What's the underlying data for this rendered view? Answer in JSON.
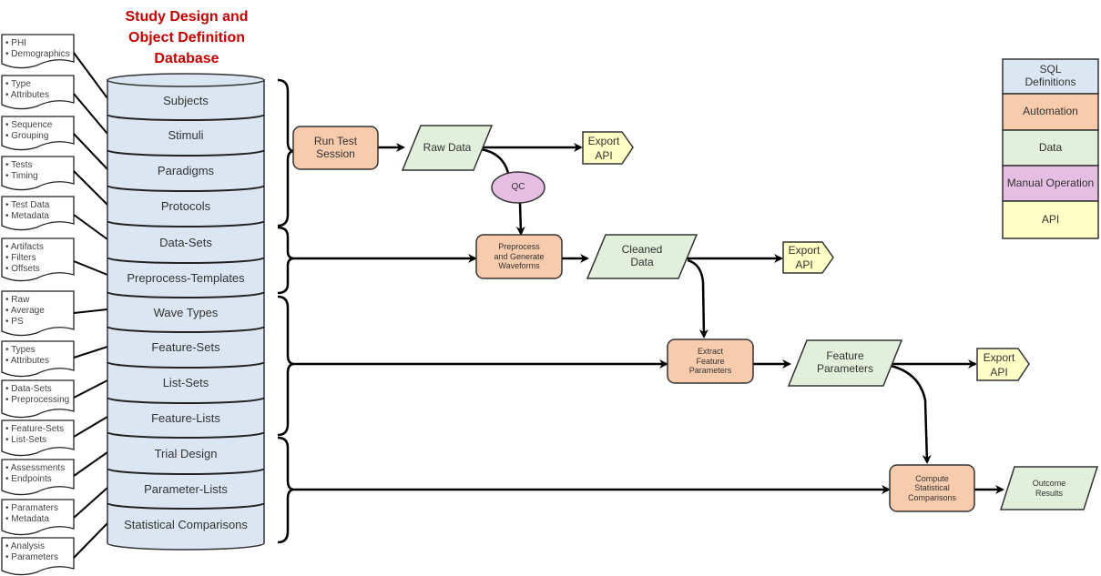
{
  "title": {
    "line1": "Study Design and",
    "line2": "Object Definition",
    "line3": "Database"
  },
  "notes": [
    [
      "• PHI",
      "• Demographics"
    ],
    [
      "• Type",
      "• Attributes"
    ],
    [
      "• Sequence",
      "• Grouping"
    ],
    [
      "• Tests",
      "• Timing"
    ],
    [
      "• Test Data",
      "• Metadata"
    ],
    [
      "• Artifacts",
      "• Filters",
      "• Offsets"
    ],
    [
      "• Raw",
      "• Average",
      "• PS"
    ],
    [
      "• Types",
      "• Attributes"
    ],
    [
      "• Data-Sets",
      "• Preprocessing"
    ],
    [
      "• Feature-Sets",
      "• List-Sets"
    ],
    [
      "• Assessments",
      "• Endpoints"
    ],
    [
      "• Paramaters",
      "• Metadata"
    ],
    [
      "• Analysis",
      "• Parameters"
    ]
  ],
  "database": [
    "Subjects",
    "Stimuli",
    "Paradigms",
    "Protocols",
    "Data-Sets",
    "Preprocess-Templates",
    "Wave Types",
    "Feature-Sets",
    "List-Sets",
    "Feature-Lists",
    "Trial Design",
    "Parameter-Lists",
    "Statistical Comparisons"
  ],
  "flow": {
    "run_test": [
      "Run Test",
      "Session"
    ],
    "raw_data": "Raw Data",
    "export1": [
      "Export",
      "API"
    ],
    "qc": "QC",
    "preprocess": [
      "Preprocess",
      "and Generate",
      "Waveforms"
    ],
    "cleaned": [
      "Cleaned",
      "Data"
    ],
    "export2": [
      "Export",
      "API"
    ],
    "extract": [
      "Extract",
      "Feature",
      "Parameters"
    ],
    "feature_params": [
      "Feature",
      "Parameters"
    ],
    "export3": [
      "Export",
      "API"
    ],
    "compute": [
      "Compute",
      "Statistical",
      "Comparisons"
    ],
    "outcome": [
      "Outcome",
      "Results"
    ]
  },
  "legend": [
    {
      "label": "SQL Definitions",
      "lines": [
        "SQL",
        "Definitions"
      ],
      "color": "#dce6f2"
    },
    {
      "label": "Automation",
      "lines": [
        "Automation"
      ],
      "color": "#f8cbad"
    },
    {
      "label": "Data",
      "lines": [
        "Data"
      ],
      "color": "#e2efda"
    },
    {
      "label": "Manual Operation",
      "lines": [
        "Manual Operation"
      ],
      "color": "#e6bde3"
    },
    {
      "label": "API",
      "lines": [
        "API"
      ],
      "color": "#ffffc6"
    }
  ]
}
